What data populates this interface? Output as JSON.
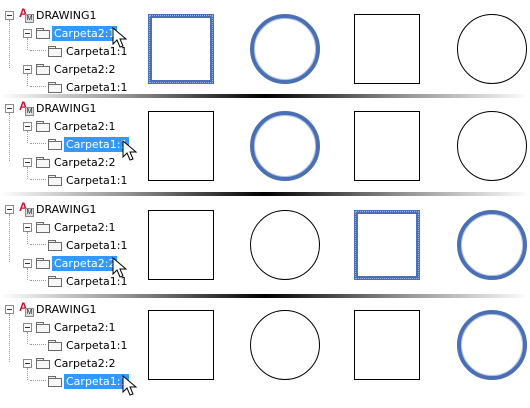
{
  "panels": [
    {
      "root": "DRAWING1",
      "items": [
        "Carpeta2:1",
        "Carpeta1:1",
        "Carpeta2:2",
        "Carpeta1:1"
      ],
      "selected_item": "Carpeta2:1",
      "highlighted_shapes": [
        "square-1",
        "circle-1"
      ]
    },
    {
      "root": "DRAWING1",
      "items": [
        "Carpeta2:1",
        "Carpeta1:1",
        "Carpeta2:2",
        "Carpeta1:1"
      ],
      "selected_item": "Carpeta1:1 (under Carpeta2:1)",
      "highlighted_shapes": [
        "circle-1"
      ]
    },
    {
      "root": "DRAWING1",
      "items": [
        "Carpeta2:1",
        "Carpeta1:1",
        "Carpeta2:2",
        "Carpeta1:1"
      ],
      "selected_item": "Carpeta2:2",
      "highlighted_shapes": [
        "square-2",
        "circle-2"
      ]
    },
    {
      "root": "DRAWING1",
      "items": [
        "Carpeta2:1",
        "Carpeta1:1",
        "Carpeta2:2",
        "Carpeta1:1"
      ],
      "selected_item": "Carpeta1:1 (under Carpeta2:2)",
      "highlighted_shapes": [
        "circle-2"
      ]
    }
  ],
  "colors": {
    "selection": "#3399ff",
    "shape_highlight": "#4a6fb5",
    "acad_logo": "#c8102e"
  }
}
